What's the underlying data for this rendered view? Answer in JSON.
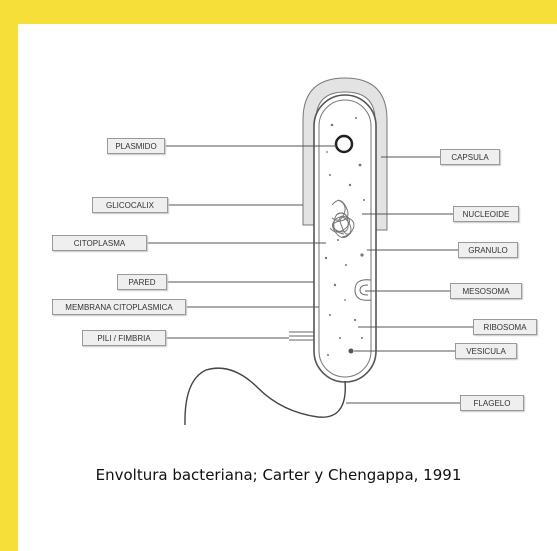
{
  "labels": {
    "plasmido": "PLASMIDO",
    "glicocalix": "GLICOCALIX",
    "citoplasma": "CITOPLASMA",
    "pared": "PARED",
    "membrana": "MEMBRANA CITOPLASMICA",
    "pili": "PILI / FIMBRIA",
    "capsula": "CAPSULA",
    "nucleoide": "NUCLEOIDE",
    "granulo": "GRANULO",
    "mesosoma": "MESOSOMA",
    "ribosoma": "RIBOSOMA",
    "vesicula": "VESICULA",
    "flagelo": "FLAGELO"
  },
  "caption": "Envoltura bacteriana; Carter y Chengappa, 1991",
  "colors": {
    "background": "#f7df3a",
    "panel": "#ffffff",
    "capsule": "#e3e3e3"
  }
}
